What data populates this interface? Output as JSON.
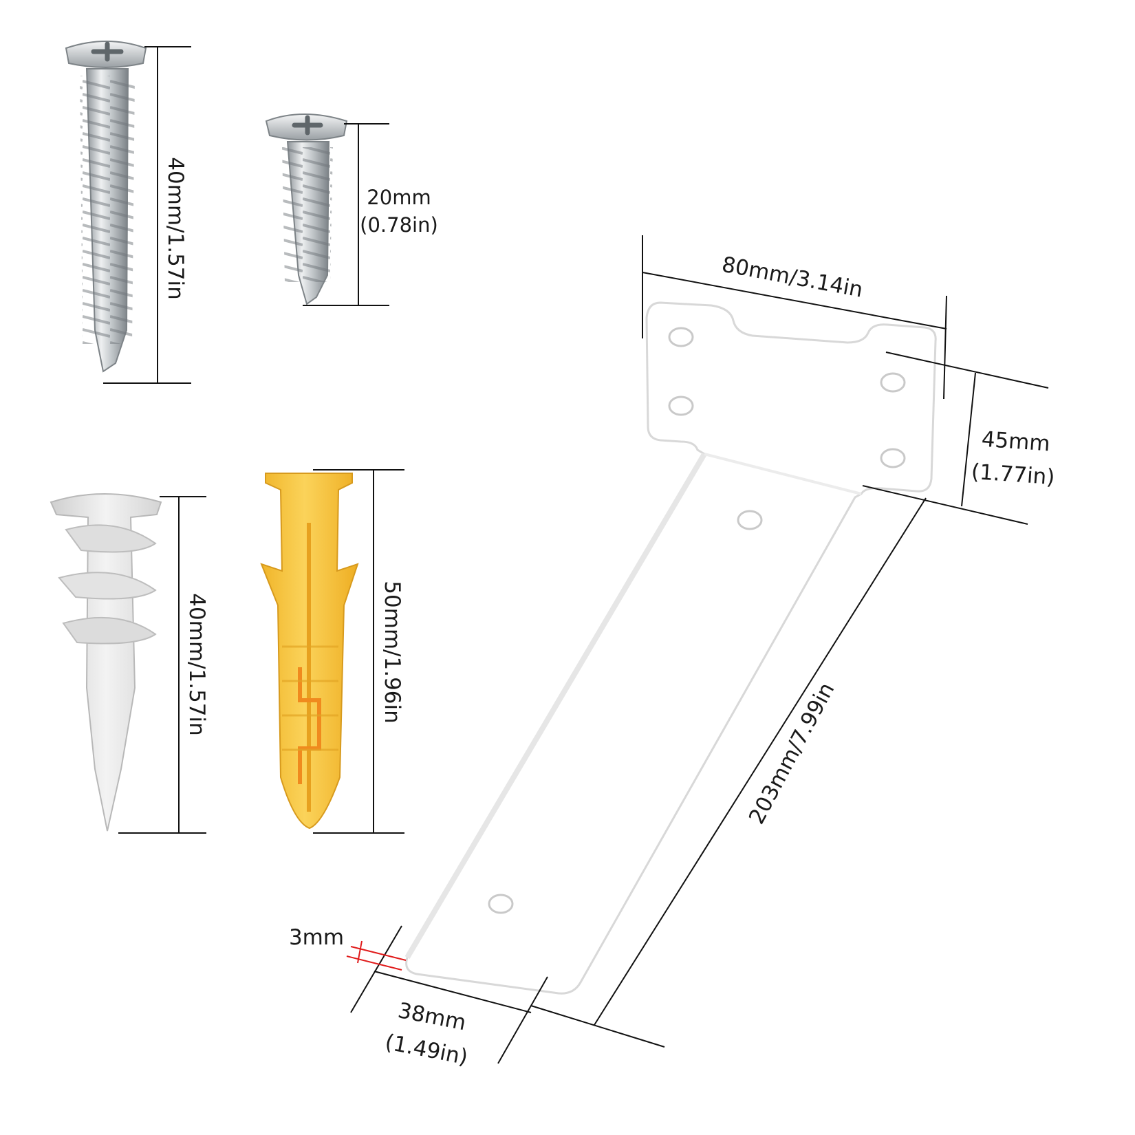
{
  "dimensions": {
    "long_screw": "40mm/1.57in",
    "short_screw_mm": "20mm",
    "short_screw_in": "(0.78in)",
    "drywall_anchor": "40mm/1.57in",
    "plastic_anchor": "50mm/1.96in",
    "bracket_width": "80mm/3.14in",
    "bracket_head_mm": "45mm",
    "bracket_head_in": "(1.77in)",
    "bracket_length": "203mm/7.99in",
    "bracket_arm_mm": "38mm",
    "bracket_arm_in": "(1.49in)",
    "thickness": "3mm"
  },
  "colors": {
    "steel": "#c9cdd0",
    "anchor_white": "#e7e7e7",
    "anchor_yellow": "#f3c43a",
    "anchor_orange": "#f08a1e",
    "bracket": "#ffffff",
    "dimension_line": "#111111",
    "thickness_marker": "#e01b1b"
  }
}
